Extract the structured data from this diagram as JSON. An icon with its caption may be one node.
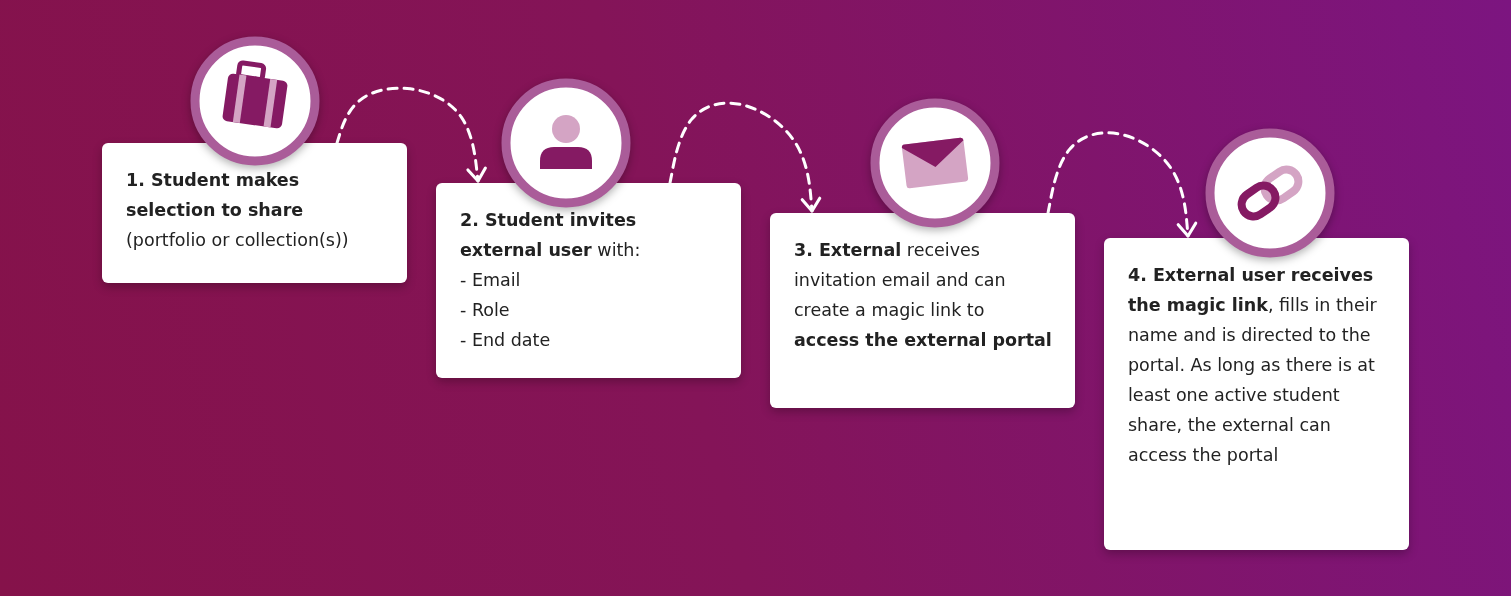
{
  "diagram": {
    "nodes": [
      {
        "text": [
          "**1. Student makes selection to share** (portfolio or collection(s))"
        ]
      },
      {
        "text": [
          "**2. Student invites external user** with:",
          "- Email",
          "- Role",
          "- End date"
        ]
      },
      {
        "text": [
          "**3. External** receives invitation email and can create a magic link to **access the external portal**"
        ]
      },
      {
        "text": [
          "**4. External user receives the magic link**, fills in their name and is directed to the portal. As long as there is at least one active student share, the external can access the portal"
        ]
      }
    ],
    "edges": [
      {
        "from": 0,
        "to": 1,
        "arrow": "to",
        "style": "dashed"
      },
      {
        "from": 1,
        "to": 2,
        "arrow": "to",
        "style": "dashed"
      },
      {
        "from": 2,
        "to": 3,
        "arrow": "to",
        "style": "dashed"
      }
    ]
  }
}
